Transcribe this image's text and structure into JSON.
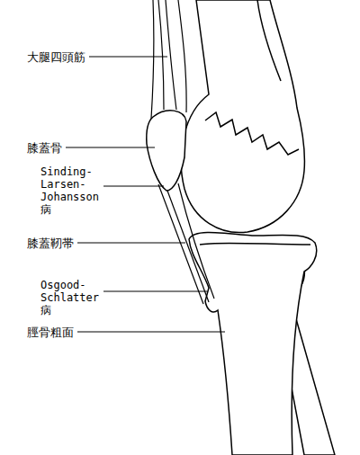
{
  "diagram": {
    "labels": [
      "大腿四頭筋",
      "膝蓋骨",
      "Sinding- Larsen- Johansson病",
      "膝蓋靭帯",
      "Osgood- Schlatter病",
      "脛骨粗面"
    ]
  }
}
